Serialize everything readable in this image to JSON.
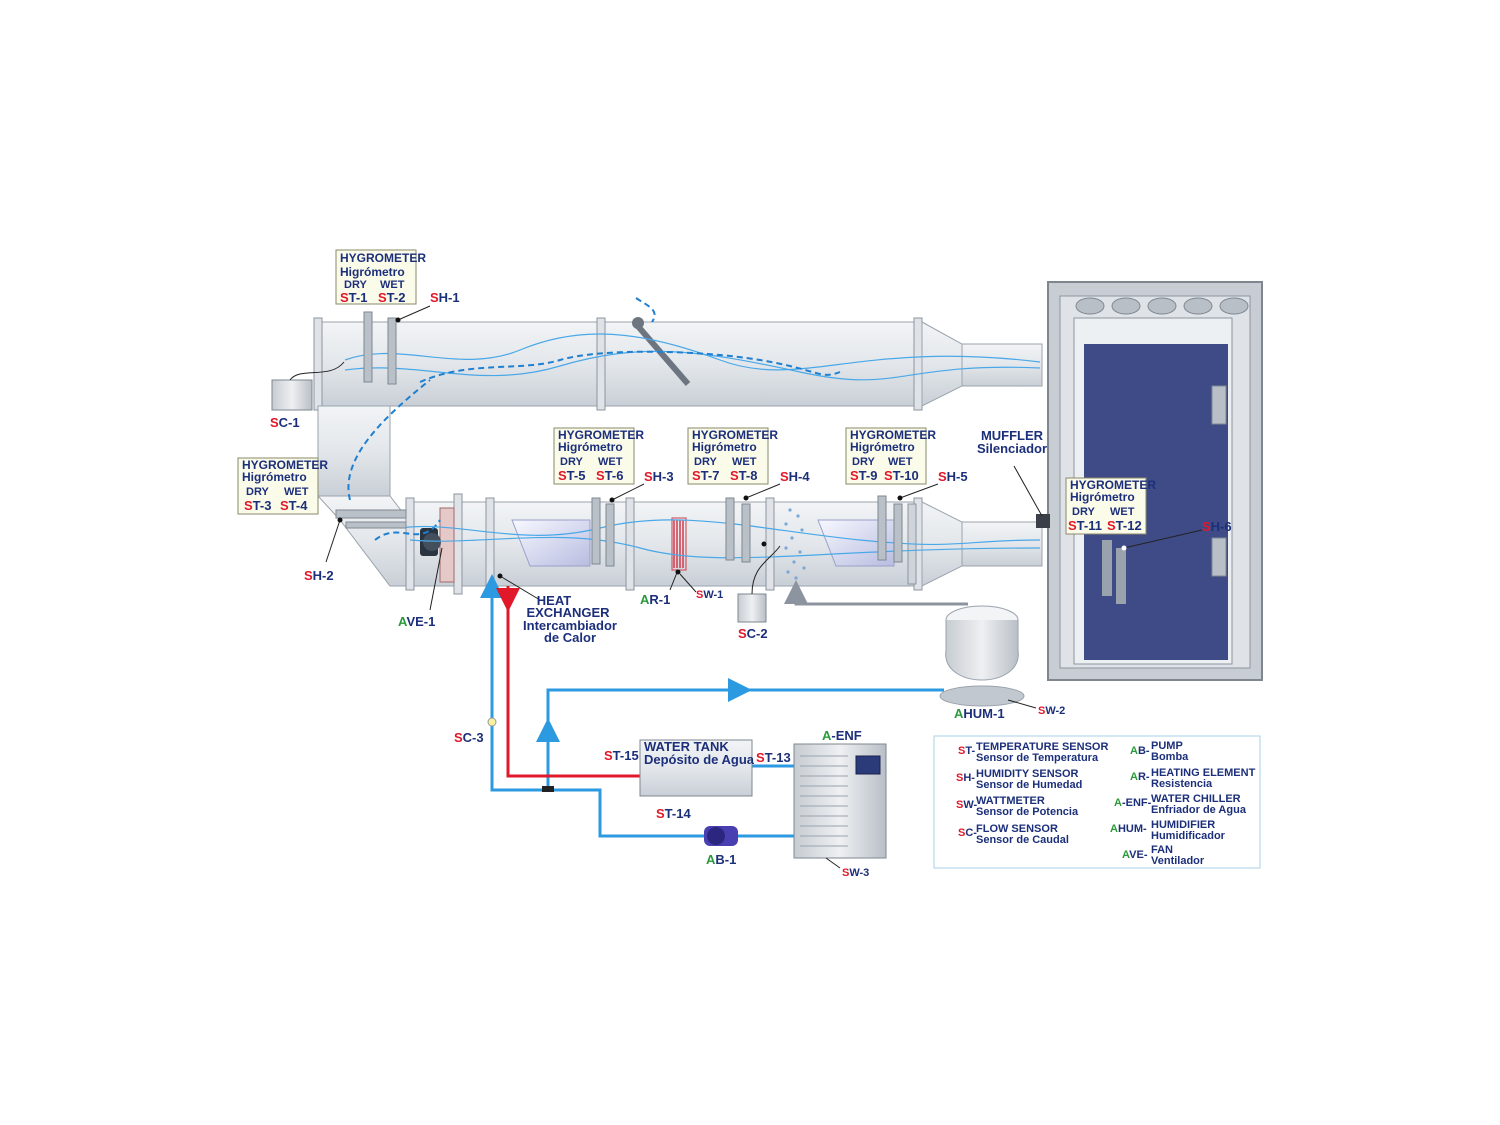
{
  "hygrometer": {
    "title": "HYGROMETER",
    "subtitle": "Higrómetro",
    "dry": "DRY",
    "wet": "WET"
  },
  "prefix": {
    "st": "S",
    "sh": "S",
    "sc": "S",
    "sw": "S",
    "a": "A"
  },
  "tags": {
    "st1": "T-1",
    "st2": "T-2",
    "st3": "T-3",
    "st4": "T-4",
    "st5": "T-5",
    "st6": "T-6",
    "st7": "T-7",
    "st8": "T-8",
    "st9": "T-9",
    "st10": "T-10",
    "st11": "T-11",
    "st12": "T-12",
    "st13": "T-13",
    "st14": "T-14",
    "st15": "T-15",
    "sh1": "H-1",
    "sh2": "H-2",
    "sh3": "H-3",
    "sh4": "H-4",
    "sh5": "H-5",
    "sh6": "H-6",
    "sc1": "C-1",
    "sc2": "C-2",
    "sc3": "C-3",
    "sw1": "W-1",
    "sw2": "W-2",
    "sw3": "W-3",
    "ave1": "VE-1",
    "ar1": "R-1",
    "ahum1": "HUM-1",
    "aenf": "-ENF",
    "ab1": "B-1"
  },
  "labels": {
    "heat_exchanger_1": "HEAT",
    "heat_exchanger_2": "EXCHANGER",
    "heat_exchanger_3": "Intercambiador",
    "heat_exchanger_4": "de Calor",
    "muffler_1": "MUFFLER",
    "muffler_2": "Silenciador",
    "water_tank_1": "WATER TANK",
    "water_tank_2": "Depósito de Agua"
  },
  "legend": {
    "left": [
      {
        "code_red": "S",
        "code": "T-",
        "en": "TEMPERATURE SENSOR",
        "es": "Sensor de Temperatura"
      },
      {
        "code_red": "S",
        "code": "H-",
        "en": "HUMIDITY SENSOR",
        "es": "Sensor de Humedad"
      },
      {
        "code_red": "S",
        "code": "W-",
        "en": "WATTMETER",
        "es": "Sensor de Potencia"
      },
      {
        "code_red": "S",
        "code": "C-",
        "en": "FLOW SENSOR",
        "es": "Sensor de Caudal"
      }
    ],
    "right": [
      {
        "code_green": "A",
        "code": "B-",
        "en": "PUMP",
        "es": "Bomba"
      },
      {
        "code_green": "A",
        "code": "R-",
        "en": "HEATING ELEMENT",
        "es": "Resistencia"
      },
      {
        "code_green": "A",
        "code": "-ENF-",
        "en": "WATER CHILLER",
        "es": "Enfriador de Agua"
      },
      {
        "code_green": "A",
        "code": "HUM-",
        "en": "HUMIDIFIER",
        "es": "Humidificador"
      },
      {
        "code_green": "A",
        "code": "VE-",
        "en": "FAN",
        "es": "Ventilador"
      }
    ]
  },
  "colors": {
    "navy": "#1c2f7a",
    "red": "#e0182a",
    "green": "#2a9a3a",
    "water_blue": "#2b9ae0",
    "chamber": "#3f4b86"
  }
}
